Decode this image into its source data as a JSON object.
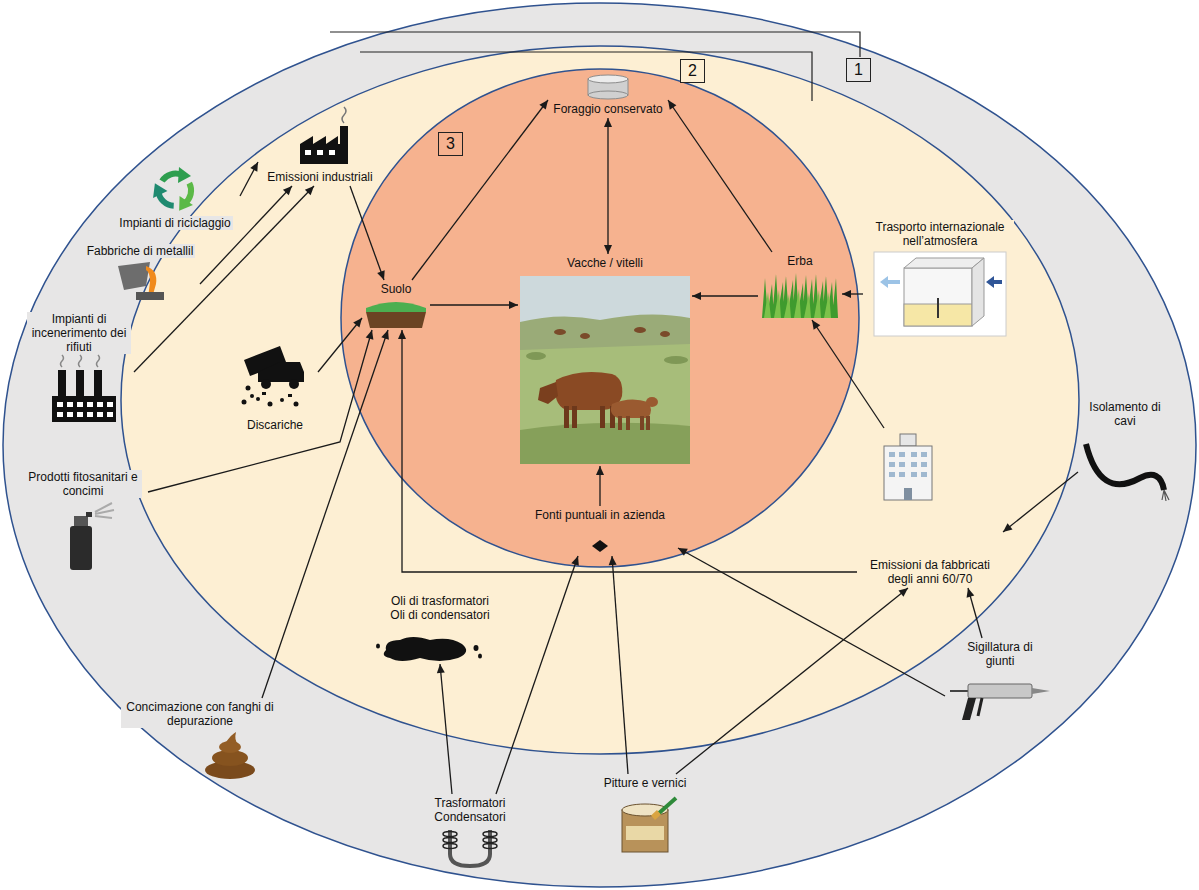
{
  "diagram": {
    "nodes": [
      {
        "text": [
          "1"
        ]
      },
      {
        "text": [
          "2"
        ],
        "in": 0
      },
      {
        "text": [
          "3"
        ],
        "in": 1
      },
      {
        "text": [
          "Foraggio conservato"
        ],
        "in": 2
      },
      {
        "text": [
          "Emissioni industriali"
        ],
        "in": 1
      },
      {
        "text": [
          "Impianti di riciclaggio"
        ],
        "in": 0
      },
      {
        "text": [
          "Trasporto internazionale nell’atmosfera"
        ],
        "in": 1
      },
      {
        "text": [
          "Fabbriche di metallil"
        ],
        "in": 0
      },
      {
        "text": [
          "Vacche / vitelli"
        ],
        "in": 2
      },
      {
        "text": [
          "Erba"
        ],
        "in": 2
      },
      {
        "text": [
          "Suolo"
        ],
        "in": 2
      },
      {
        "text": [
          "Impianti di incenerimento dei rifiuti"
        ],
        "in": 0
      },
      {
        "text": [
          "Isolamento di cavi"
        ],
        "in": 0
      },
      {
        "text": [
          "Discariche"
        ],
        "in": 1
      },
      {
        "text": [
          "Fonti puntuali in azienda"
        ],
        "in": 2
      },
      {
        "text": [
          "Emissioni da fabbricati degli anni 60/70"
        ],
        "in": 1
      },
      {
        "text": [
          "Prodotti fitosanitari e concimi"
        ],
        "in": 0
      },
      {
        "text": [
          "Oli di trasformatori Oli di condensatori"
        ],
        "in": 1
      },
      {
        "text": [
          "Sigillatura di giunti"
        ],
        "in": 0
      },
      {
        "text": [
          "Concimazione con fanghi di depurazione"
        ],
        "in": 0
      },
      {
        "text": [
          "Pitture e vernici"
        ],
        "in": 0
      },
      {
        "text": [
          "Trasformatori Condensatori"
        ],
        "in": 0
      }
    ],
    "edges": [
      {
        "from": 5,
        "to": 4,
        "arrow": "to"
      },
      {
        "from": 7,
        "to": 4,
        "arrow": "to"
      },
      {
        "from": 11,
        "to": 4,
        "arrow": "to"
      },
      {
        "from": 4,
        "to": 10,
        "arrow": "to"
      },
      {
        "from": 10,
        "to": 3,
        "arrow": "to"
      },
      {
        "from": 10,
        "to": 8,
        "arrow": "to"
      },
      {
        "from": 3,
        "to": 8,
        "arrow": "both"
      },
      {
        "from": 9,
        "to": 3,
        "arrow": "to"
      },
      {
        "from": 9,
        "to": 8,
        "arrow": "to"
      },
      {
        "from": 6,
        "to": 9,
        "arrow": "to"
      },
      {
        "from": 13,
        "to": 10,
        "arrow": "to"
      },
      {
        "from": 16,
        "to": 10,
        "arrow": "to"
      },
      {
        "from": 19,
        "to": 10,
        "arrow": "to"
      },
      {
        "from": 15,
        "to": 10,
        "arrow": "to"
      },
      {
        "from": 15,
        "to": 9,
        "arrow": "to"
      },
      {
        "from": 14,
        "to": 8,
        "arrow": "to"
      },
      {
        "from": 12,
        "to": 15,
        "arrow": "to"
      },
      {
        "from": 20,
        "to": 15,
        "arrow": "to"
      },
      {
        "from": 20,
        "to": 14,
        "arrow": "to"
      },
      {
        "from": 18,
        "to": 15,
        "arrow": "to"
      },
      {
        "from": 18,
        "to": 14,
        "arrow": "to"
      },
      {
        "from": 21,
        "to": 14,
        "arrow": "to"
      },
      {
        "from": 21,
        "to": 17,
        "arrow": "to"
      }
    ]
  }
}
